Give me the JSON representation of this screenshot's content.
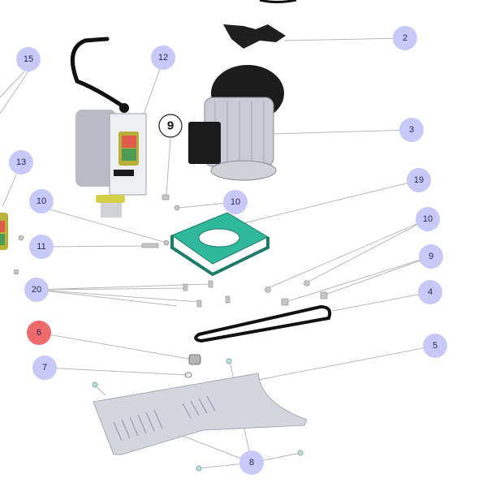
{
  "diagram": {
    "callouts": [
      {
        "label": "15"
      },
      {
        "label": "12"
      },
      {
        "label": "2"
      },
      {
        "label": "3"
      },
      {
        "label": "9"
      },
      {
        "label": "13"
      },
      {
        "label": "19"
      },
      {
        "label": "10"
      },
      {
        "label": "10"
      },
      {
        "label": "10"
      },
      {
        "label": "11"
      },
      {
        "label": "9"
      },
      {
        "label": "20"
      },
      {
        "label": "4"
      },
      {
        "label": "6"
      },
      {
        "label": "5"
      },
      {
        "label": "7"
      },
      {
        "label": "8"
      }
    ],
    "colors": {
      "callout": "#c8c9f6",
      "highlight": "#ef6b6b",
      "bracket": "#2fb89a"
    }
  }
}
